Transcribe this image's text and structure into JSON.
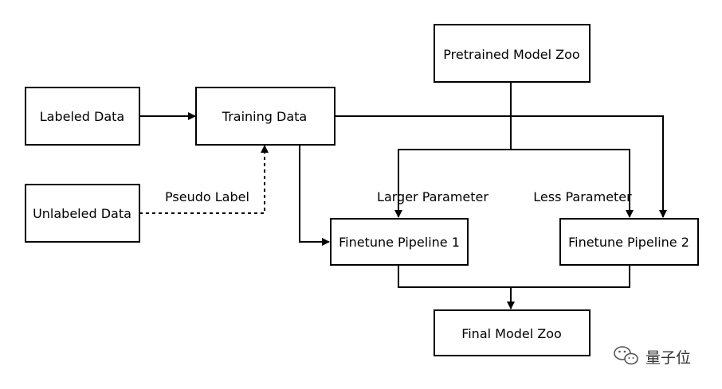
{
  "nodes": {
    "pretrained_model_zoo": "Pretrained Model Zoo",
    "labeled_data": "Labeled Data",
    "training_data": "Training Data",
    "unlabeled_data": "Unlabeled Data",
    "finetune_pipeline_1": "Finetune Pipeline 1",
    "finetune_pipeline_2": "Finetune Pipeline 2",
    "final_model_zoo": "Final Model Zoo"
  },
  "edge_labels": {
    "pseudo_label": "Pseudo Label",
    "larger_parameter": "Larger Parameter",
    "less_parameter": "Less Parameter"
  },
  "watermark": {
    "text": "量子位",
    "icon": "wechat-icon"
  }
}
